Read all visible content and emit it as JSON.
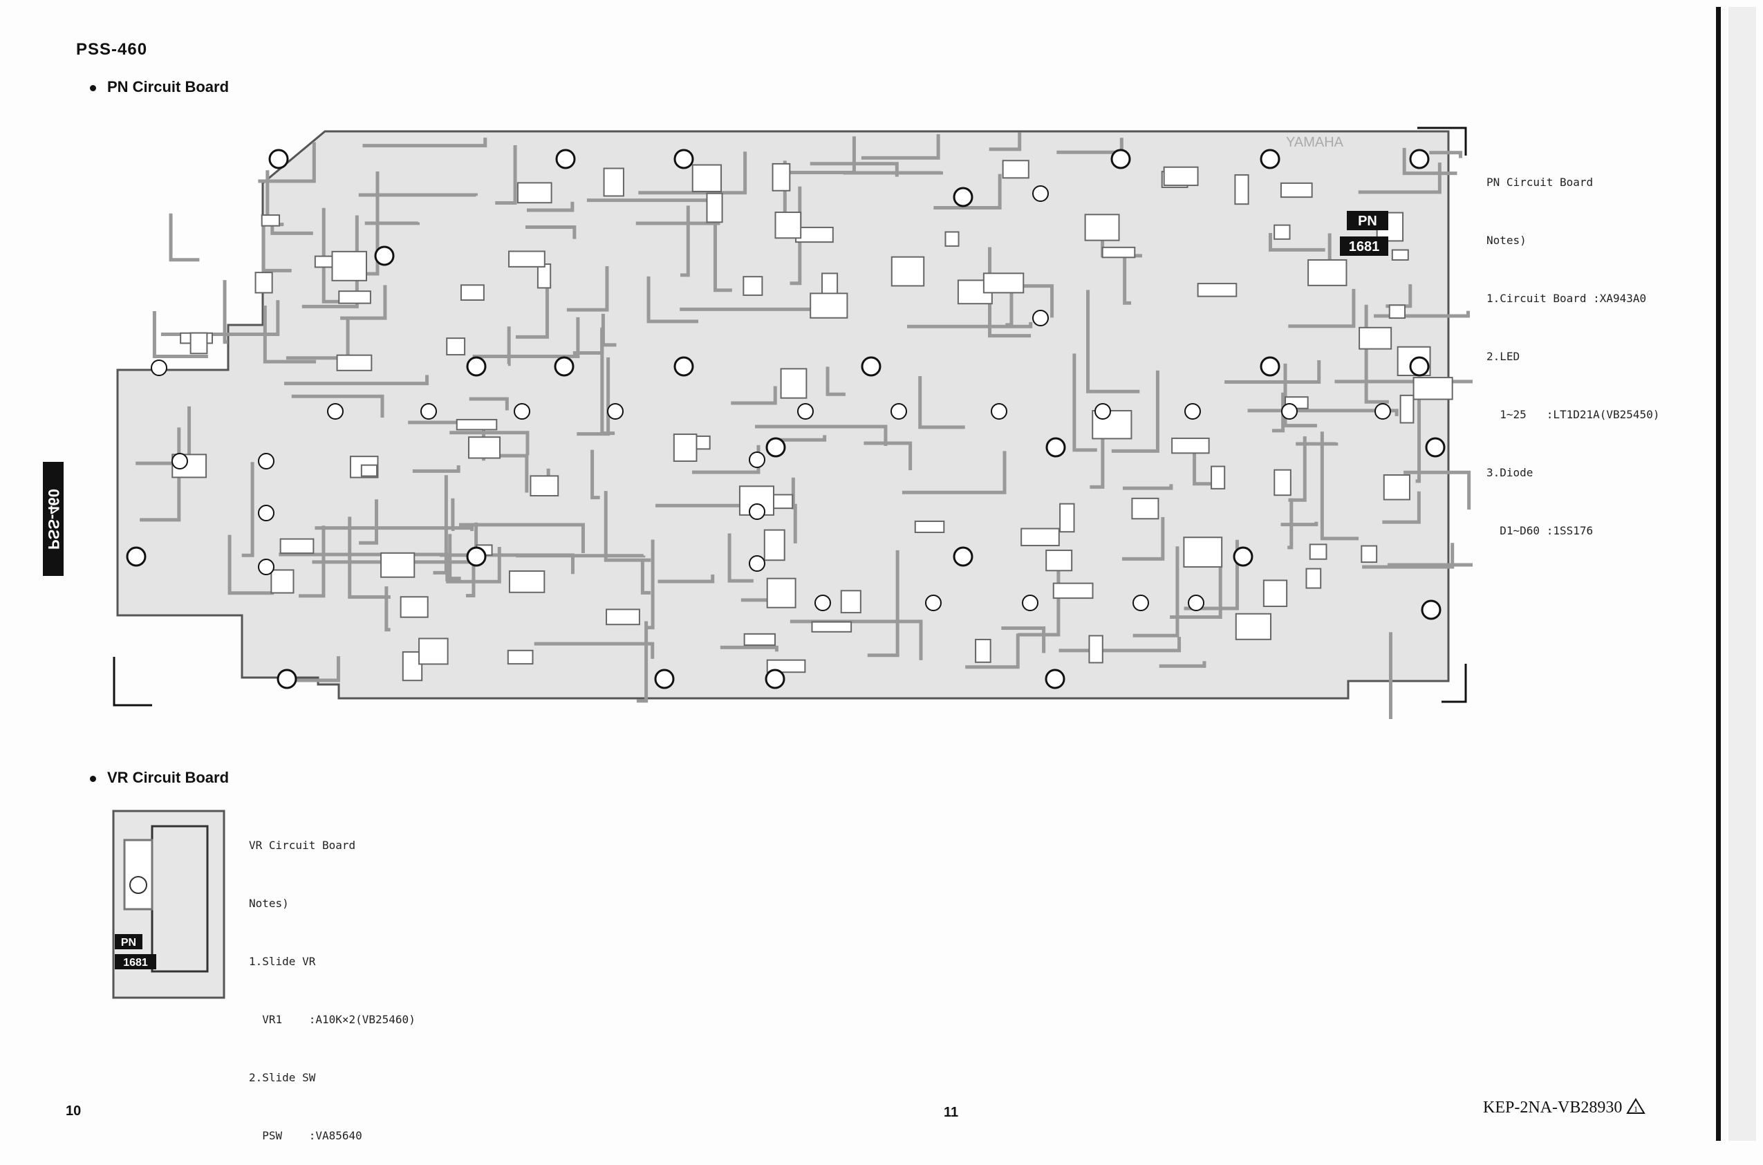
{
  "header": {
    "model": "PSS-460"
  },
  "side_tab": {
    "label": "PSS-460"
  },
  "pn_section": {
    "title": "PN Circuit Board",
    "notes": [
      "PN Circuit Board",
      "Notes)",
      "1.Circuit Board :XA943A0",
      "2.LED",
      "  1~25   :LT1D21A(VB25450)",
      "3.Diode",
      "  D1~D60 :1SS176"
    ],
    "board_labels": {
      "pn": "PN",
      "code": "1681",
      "maker": "YAMAHA"
    }
  },
  "vr_section": {
    "title": "VR Circuit Board",
    "notes": [
      "VR Circuit Board",
      "Notes)",
      "1.Slide VR",
      "  VR1    :A10K×2(VB25460)",
      "2.Slide SW",
      "  PSW    :VA85640"
    ],
    "board_labels": {
      "pn": "PN",
      "code": "1681"
    }
  },
  "footer": {
    "page_left": "10",
    "page_right": "11",
    "doc_code": "KEP-2NA-VB28930",
    "warning_icon": "warning-triangle-icon"
  }
}
